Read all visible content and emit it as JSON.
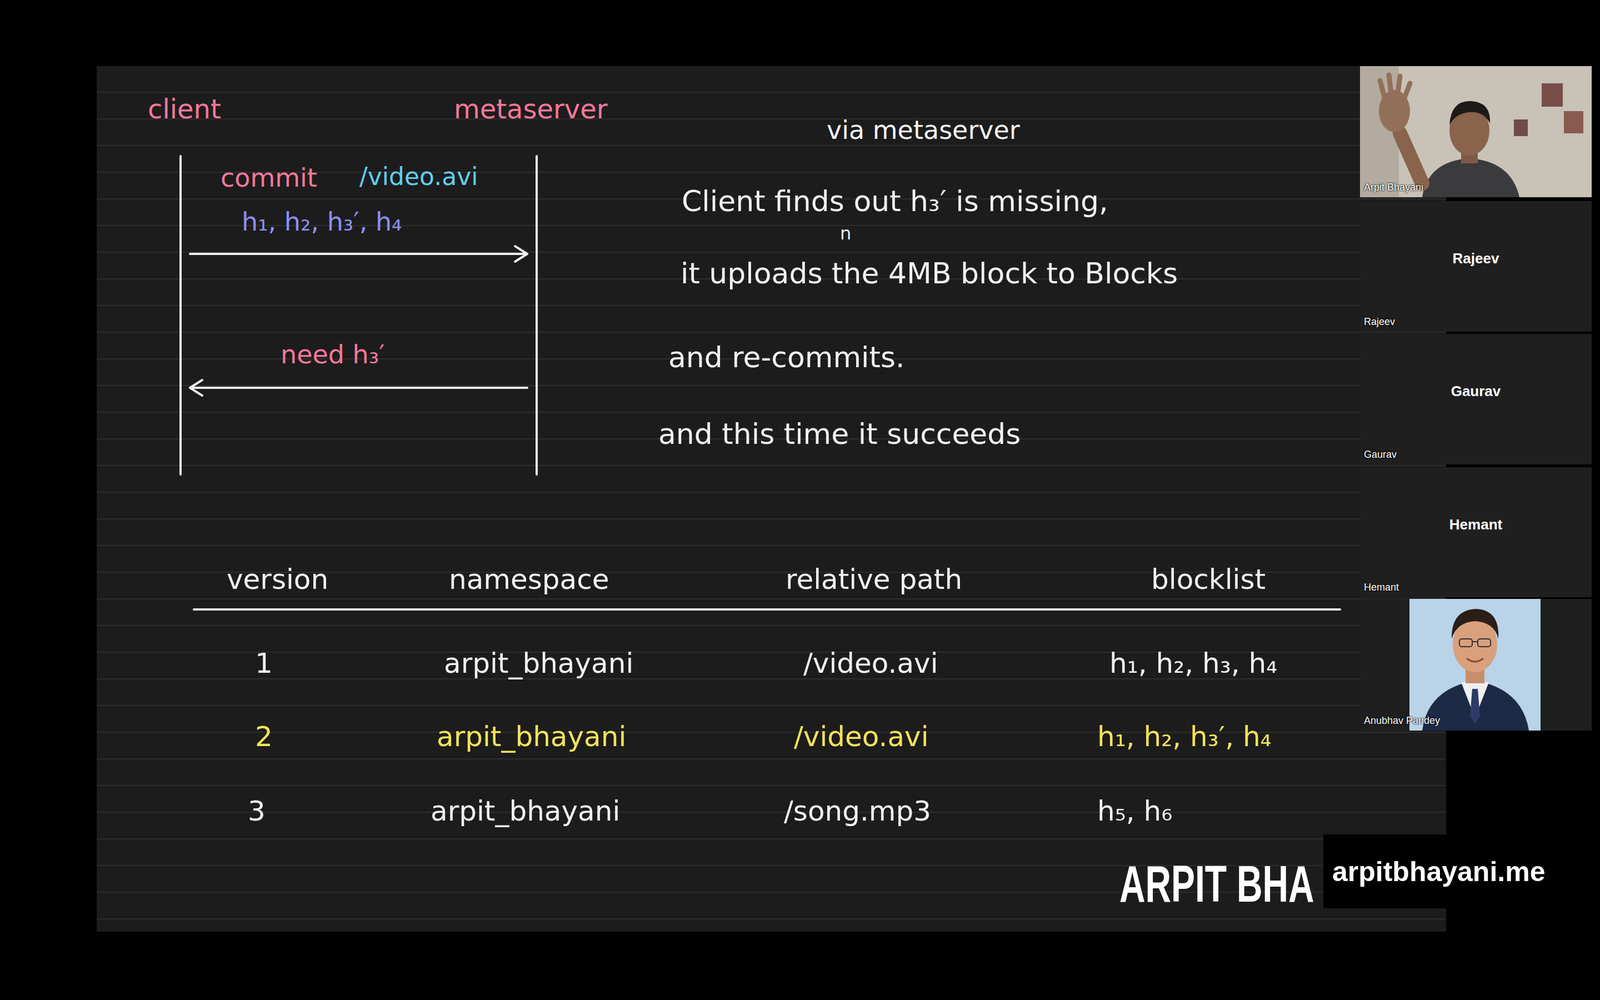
{
  "diagram": {
    "nodes": [
      {
        "text": [
          "client"
        ]
      },
      {
        "text": [
          "metaserver"
        ]
      },
      {
        "text": [
          "Arpit Bhayani"
        ]
      },
      {
        "text": [
          "Rajeev",
          "Rajeev"
        ]
      },
      {
        "text": [
          "Gaurav",
          "Gaurav"
        ]
      },
      {
        "text": [
          "Hemant",
          "Hemant"
        ]
      },
      {
        "text": [
          "Anubhav Pandey"
        ]
      },
      {
        "text": [
          "arpitbhayani.me"
        ]
      }
    ],
    "edges": [
      {
        "from": 0,
        "to": 1,
        "arrow": "to",
        "label": "h₁, h₂, h₃′, h₄"
      },
      {
        "from": 1,
        "to": 0,
        "arrow": "to",
        "label": "need h₃′"
      }
    ],
    "labels": [
      "commit",
      "/video.avi",
      "via metaserver",
      "Client finds out h₃′ is missing,",
      "n",
      "it uploads the 4MB block to Blocks",
      "and re-commits.",
      "and this time it succeeds",
      "version",
      "namespace",
      "relative path",
      "blocklist",
      "1",
      "arpit_bhayani",
      "/video.avi",
      "h₁, h₂, h₃, h₄",
      "2",
      "arpit_bhayani",
      "/video.avi",
      "h₁, h₂, h₃′, h₄",
      "3",
      "arpit_bhayani",
      "/song.mp3",
      "h₅, h₆",
      "ARPIT BHA"
    ]
  }
}
